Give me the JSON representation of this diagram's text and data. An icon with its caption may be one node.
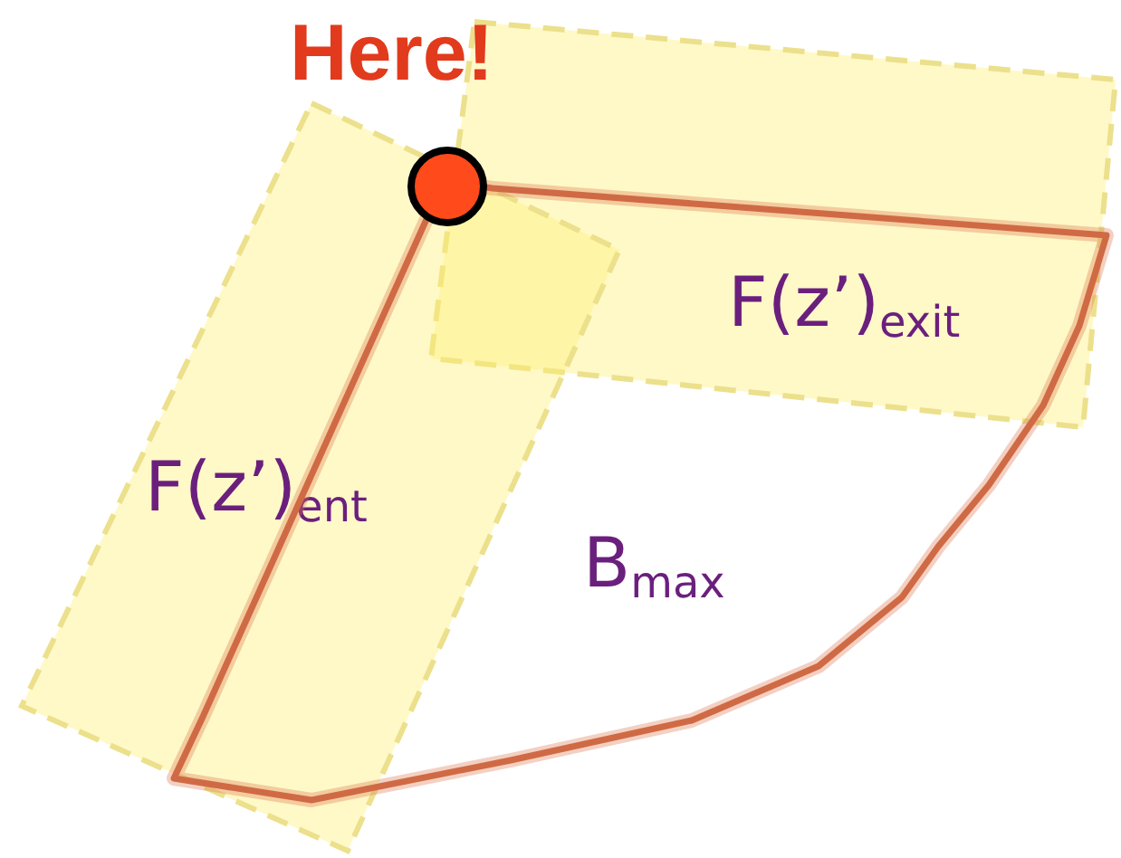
{
  "diagram": {
    "nodes": [
      {
        "text": [
          "F(z’)$_{exit}$"
        ]
      },
      {
        "text": [
          "F(z’)$_{ent}$"
        ]
      },
      {
        "text": [
          "B$_{max}$"
        ]
      }
    ],
    "labels": [
      "Here!"
    ]
  }
}
